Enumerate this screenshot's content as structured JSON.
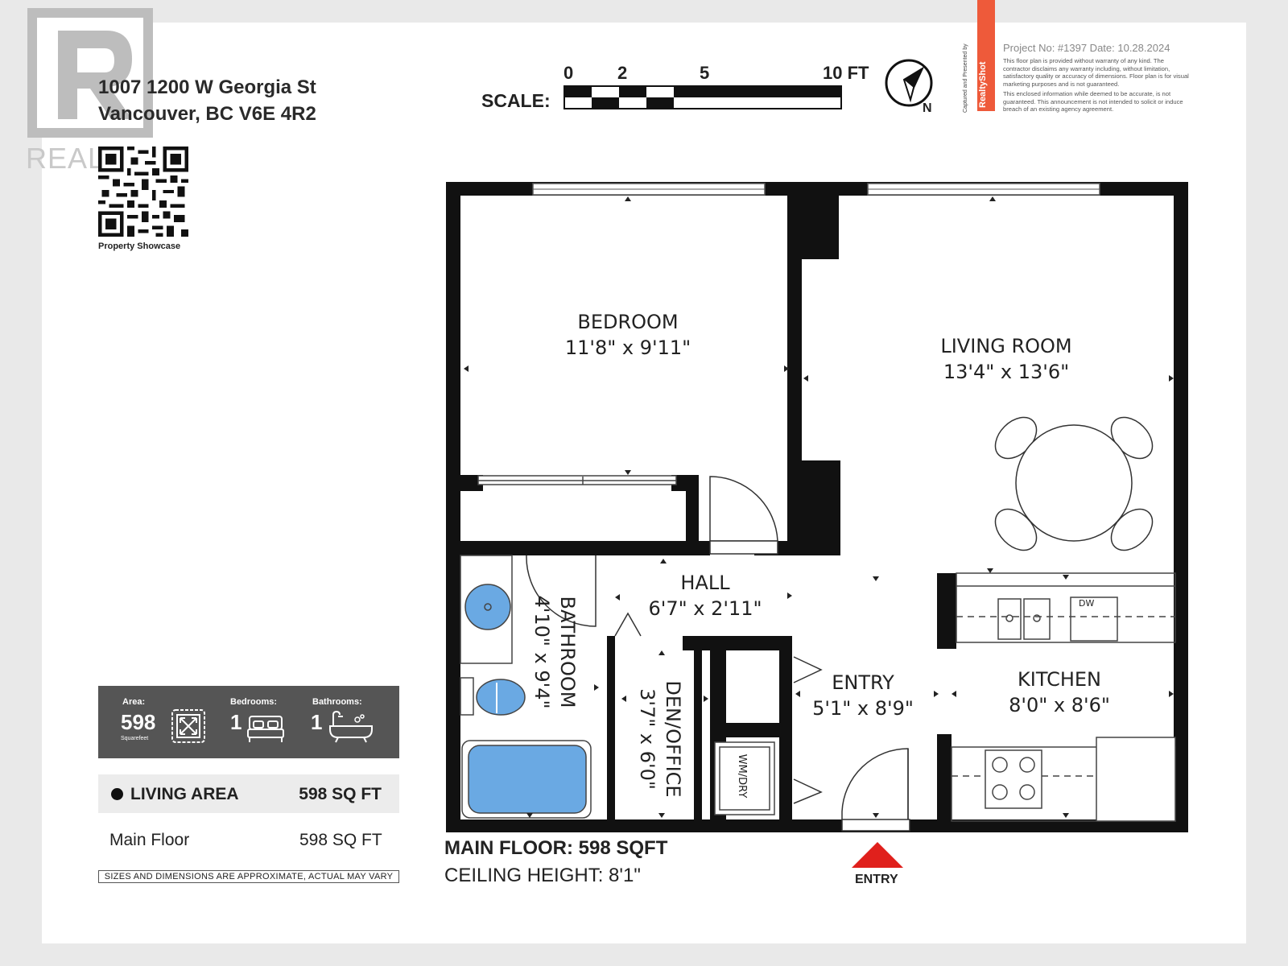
{
  "header": {
    "address_line1": "1007 1200 W Georgia St",
    "address_line2": "Vancouver, BC V6E 4R2",
    "watermark_text": "REALTOR",
    "qr_label": "Property Showcase"
  },
  "scale": {
    "label": "SCALE:",
    "ticks": [
      "0",
      "2",
      "5",
      "10 FT"
    ],
    "compass_label": "N"
  },
  "credits": {
    "captured_text": "Captured and Presented by",
    "brand": "RealtyShot",
    "brand_color": "#ee5a3a",
    "project_line": "Project No: #1397   Date: 10.28.2024",
    "disclaimer_1": "This floor plan is provided without warranty of any kind. The contractor disclaims any warranty including, without limitation, satisfactory quality or accuracy of dimensions. Floor plan is for visual marketing purposes and is not guaranteed.",
    "disclaimer_2": "This enclosed information while deemed to be accurate, is not guaranteed. This announcement is not intended to solicit or induce breach of an existing agency agreement."
  },
  "rooms": [
    {
      "name": "BEDROOM",
      "dims": "11'8\" x 9'11\""
    },
    {
      "name": "LIVING ROOM",
      "dims": "13'4\" x 13'6\""
    },
    {
      "name": "HALL",
      "dims": "6'7\" x 2'11\""
    },
    {
      "name": "BATHROOM",
      "dims": "4'10\" x 9'4\""
    },
    {
      "name": "DEN/OFFICE",
      "dims": "3'7\" x 6'0\""
    },
    {
      "name": "ENTRY",
      "dims": "5'1\" x 8'9\""
    },
    {
      "name": "KITCHEN",
      "dims": "8'0\" x 8'6\""
    }
  ],
  "fixtures": {
    "washer_dryer": "WM/DRY",
    "dishwasher": "DW"
  },
  "stats": {
    "area_caption": "Area:",
    "area_value": "598",
    "area_unit": "Squarefeet",
    "bedrooms_caption": "Bedrooms:",
    "bedrooms_value": "1",
    "bathrooms_caption": "Bathrooms:",
    "bathrooms_value": "1"
  },
  "summary": {
    "living_label": "LIVING AREA",
    "living_value": "598 SQ FT",
    "main_floor_label": "Main Floor",
    "main_floor_value": "598 SQ FT",
    "note": "SIZES AND DIMENSIONS ARE APPROXIMATE, ACTUAL MAY VARY"
  },
  "floor": {
    "main_floor": "MAIN FLOOR: 598 SQFT",
    "ceiling": "CEILING HEIGHT: 8'1\"",
    "entry_label": "ENTRY",
    "entry_color": "#e0201c"
  }
}
